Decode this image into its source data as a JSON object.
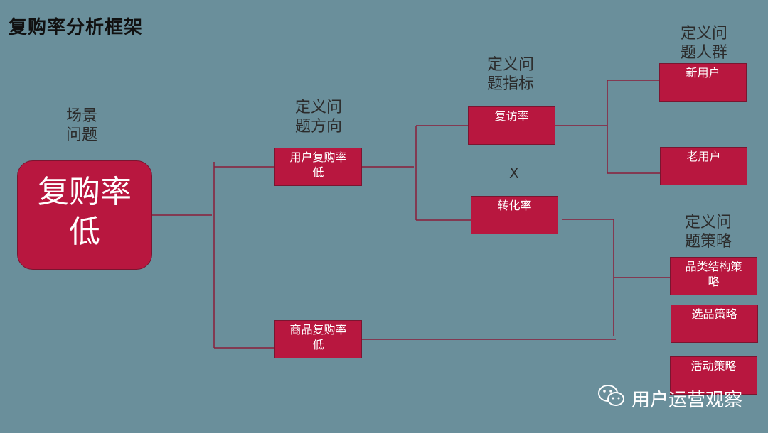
{
  "title": "复购率分析框架",
  "labels": {
    "scene": "场景\n问题",
    "direction": "定义问\n题方向",
    "metric": "定义问\n题指标",
    "crowd": "定义问\n题人群",
    "strategy": "定义问\n题策略"
  },
  "root": "复购率\n低",
  "directions": [
    "用户复购率\n低",
    "商品复购率\n低"
  ],
  "metrics": [
    "复访率",
    "转化率"
  ],
  "multiply": "X",
  "crowds": [
    "新用户",
    "老用户"
  ],
  "strategies": [
    "品类结构策\n略",
    "选品策略",
    "活动策略"
  ],
  "brand": {
    "name": "用户运营观察",
    "icon": "wechat-icon"
  },
  "colors": {
    "background": "#6a8f9b",
    "box": "#b8173f",
    "line": "#8a1f3a"
  }
}
